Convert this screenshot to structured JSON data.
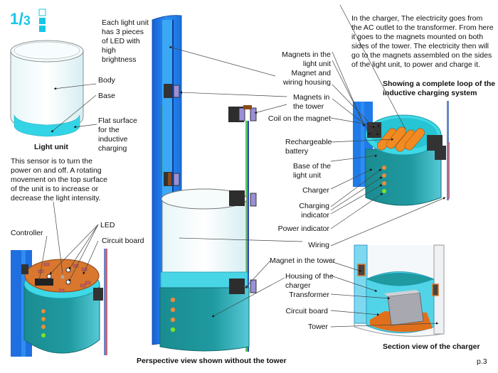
{
  "page": {
    "fraction": {
      "numerator": "1",
      "denominator": "3",
      "level_filled": 2,
      "level_total": 3
    },
    "page_number": "p.3",
    "colors": {
      "accent_cyan": "#19c6e6",
      "tower_blue": "#1f7be8",
      "teal_base": "#1e8f94",
      "orange_board": "#d8732c",
      "led_orange": "#f08a3a",
      "led_green": "#7ee22a"
    }
  },
  "light_unit": {
    "caption": "Light unit",
    "led_note": "Each light unit has 3 pieces of LED with high brightness",
    "labels": {
      "body": "Body",
      "base": "Base",
      "flat_surface": "Flat surface for the inductive charging"
    }
  },
  "sensor_section": {
    "note": "This sensor is to turn the power on and off.  A rotating movement on the top surface of the unit is to increase or decrease the light intensity.",
    "labels": {
      "controller": "Controller",
      "led": "LED",
      "circuit_board": "Circuit board"
    }
  },
  "perspective": {
    "caption": "Perspective view shown without the tower",
    "labels": {
      "magnets_light_unit": "Magnets in the light unit",
      "magnet_wiring_housing": "Magnet and wiring housing",
      "magnets_tower": "Magnets in the tower",
      "coil": "Coil on the magnet",
      "battery": "Rechargeable battery",
      "base_light_unit": "Base of the light unit",
      "charger": "Charger",
      "charging_indicator": "Charging indicator",
      "power_indicator": "Power indicator",
      "wiring": "Wiring",
      "magnet_in_tower": "Magnet in the tower",
      "housing_charger": "Housing of the charger",
      "transformer": "Transformer",
      "circuit_board": "Circuit board",
      "tower": "Tower"
    }
  },
  "charging_loop": {
    "note": "In the charger, The electricity goes from the AC outlet to the transformer.  From here it goes to the magnets mounted on both sides of the tower.  The electricity then will go to the magnets assembled on the sides of the light unit, to power and charge it.",
    "caption": "Showing a complete loop of the inductive charging system"
  },
  "section_view": {
    "caption": "Section view of the charger"
  }
}
